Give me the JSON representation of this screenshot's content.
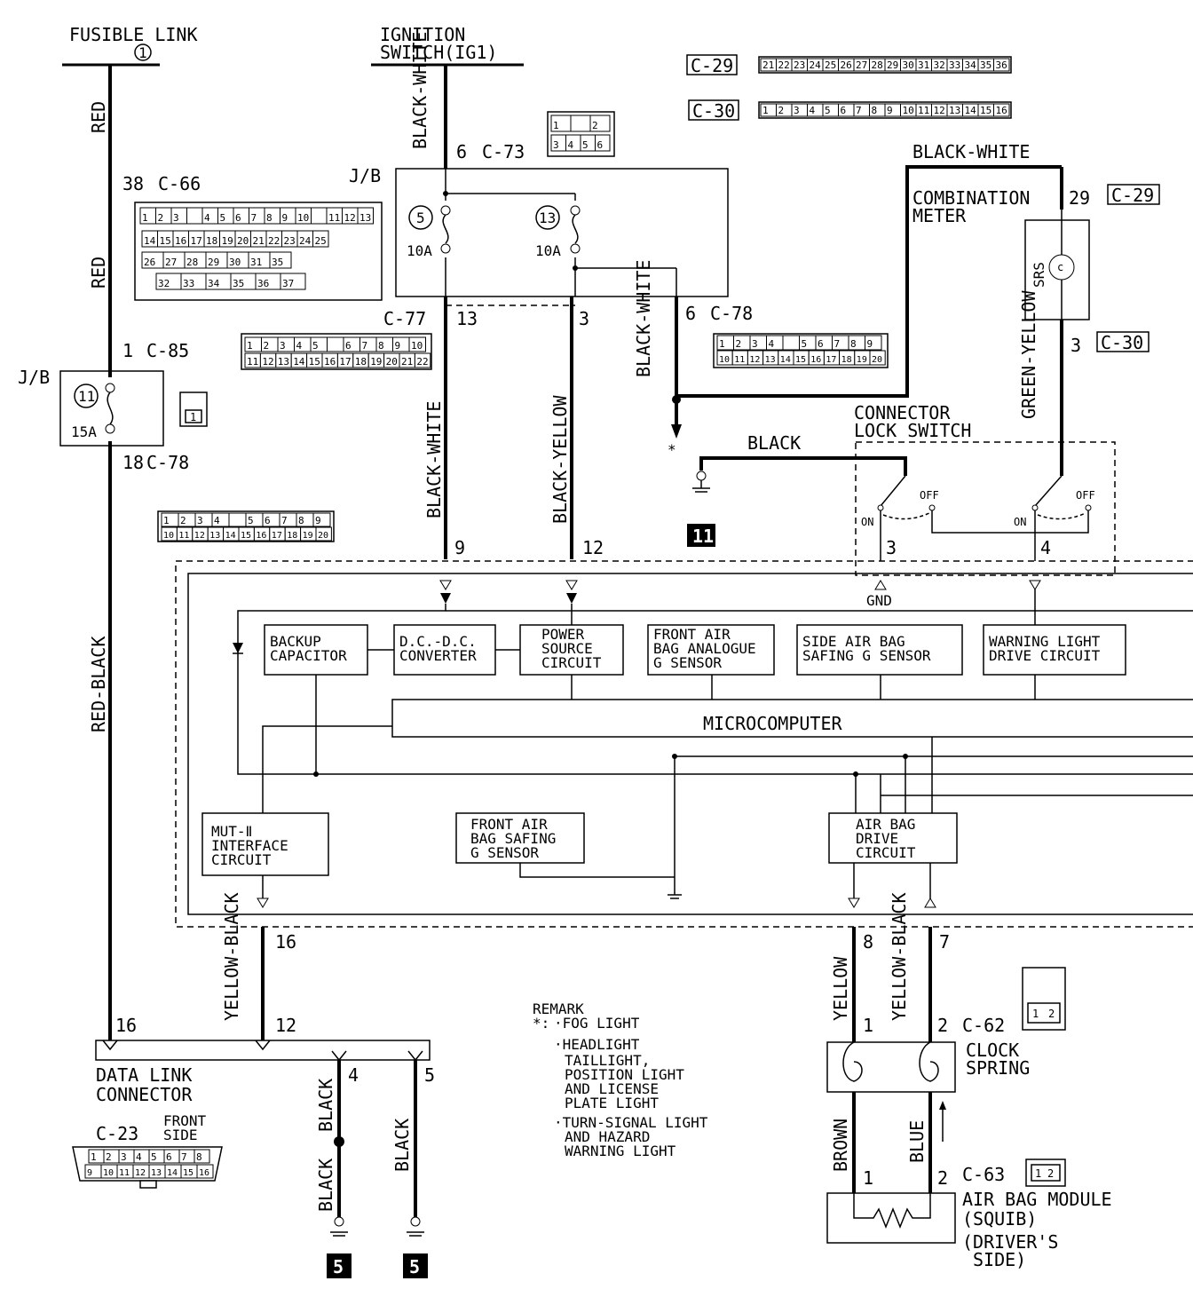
{
  "wires": {
    "red": "RED",
    "red_black": "RED-BLACK",
    "black_white": "BLACK-WHITE",
    "black_yellow": "BLACK-YELLOW",
    "green_yellow": "GREEN-YELLOW",
    "black": "BLACK",
    "yellow_black": "YELLOW-BLACK",
    "yellow": "YELLOW",
    "brown": "BROWN",
    "blue": "BLUE"
  },
  "sources": {
    "fusible_link": "FUSIBLE LINK",
    "fusible_link_num": "1",
    "ignition": "IGNITION",
    "ignition_sub": "SWITCH(IG1)"
  },
  "jb": "J/B",
  "fuses": [
    {
      "num": "5",
      "rating": "10A"
    },
    {
      "num": "13",
      "rating": "10A"
    },
    {
      "num": "11",
      "rating": "15A"
    }
  ],
  "connectors": {
    "c29": "C-29",
    "c30": "C-30",
    "c73": "C-73",
    "c66": "C-66",
    "c85": "C-85",
    "c78": "C-78",
    "c77": "C-77",
    "c62": "C-62",
    "c63": "C-63",
    "c23": "C-23"
  },
  "pins": {
    "p38": "38",
    "p6": "6",
    "p1": "1",
    "p18": "18",
    "p13": "13",
    "p3": "3",
    "p29": "29",
    "p9": "9",
    "p12": "12",
    "p4": "4",
    "p16": "16",
    "p8": "8",
    "p7": "7",
    "p2": "2",
    "p5": "5"
  },
  "components": {
    "combination_meter": [
      "COMBINATION",
      "METER"
    ],
    "srs": "SRS",
    "connector_lock": [
      "CONNECTOR",
      "LOCK SWITCH"
    ],
    "on": "ON",
    "off": "OFF",
    "gnd": "GND",
    "backup_capacitor": [
      "BACKUP",
      "CAPACITOR"
    ],
    "dcdc": [
      "D.C.-D.C.",
      "CONVERTER"
    ],
    "power_source": [
      "POWER",
      "SOURCE",
      "CIRCUIT"
    ],
    "front_analogue": [
      "FRONT AIR",
      "BAG ANALOGUE",
      "G SENSOR"
    ],
    "side_safing": [
      "SIDE AIR BAG",
      "SAFING G SENSOR"
    ],
    "warning_drive": [
      "WARNING LIGHT",
      "DRIVE CIRCUIT"
    ],
    "microcomputer": "MICROCOMPUTER",
    "mut": [
      "MUT-Ⅱ",
      "INTERFACE",
      "CIRCUIT"
    ],
    "front_safing": [
      "FRONT AIR",
      "BAG SAFING",
      "G SENSOR"
    ],
    "airbag_drive": [
      "AIR BAG",
      "DRIVE",
      "CIRCUIT"
    ],
    "data_link": [
      "DATA LINK",
      "CONNECTOR"
    ],
    "front_side": [
      "FRONT",
      "SIDE"
    ],
    "clock_spring": [
      "CLOCK",
      "SPRING"
    ],
    "airbag_module": [
      "AIR BAG MODULE",
      "(SQUIB)",
      "(DRIVER'S",
      "SIDE)"
    ]
  },
  "grounds": {
    "g11": "11",
    "g5a": "5",
    "g5b": "5"
  },
  "remark": {
    "title": "REMARK",
    "star": "*:",
    "lines": [
      "·FOG LIGHT",
      "·HEADLIGHT",
      "TAILLIGHT,",
      "POSITION LIGHT",
      "AND LICENSE",
      "PLATE LIGHT",
      "·TURN-SIGNAL LIGHT",
      "AND HAZARD",
      "WARNING LIGHT"
    ]
  },
  "blocks": {
    "c29": [
      "21",
      "22",
      "23",
      "24",
      "25",
      "26",
      "27",
      "28",
      "29",
      "30",
      "31",
      "32",
      "33",
      "34",
      "35",
      "36"
    ],
    "c30": [
      "1",
      "2",
      "3",
      "4",
      "5",
      "6",
      "7",
      "8",
      "9",
      "10",
      "11",
      "12",
      "13",
      "14",
      "15",
      "16"
    ],
    "c73_top": [
      "1",
      "",
      "2"
    ],
    "c73_bot": [
      "3",
      "4",
      "5",
      "6"
    ],
    "c66_r1": [
      "1",
      "2",
      "3",
      "",
      "4",
      "5",
      "6",
      "7",
      "8",
      "9",
      "10",
      "",
      "11",
      "12",
      "13"
    ],
    "c66_r2": [
      "14",
      "15",
      "16",
      "17",
      "18",
      "19",
      "20",
      "21",
      "22",
      "23",
      "24",
      "25"
    ],
    "c66_r3": [
      "26",
      "27",
      "28",
      "29",
      "30",
      "31",
      "35"
    ],
    "c66_r4": [
      "32",
      "33",
      "34",
      "35",
      "36",
      "37"
    ],
    "c77_r1": [
      "1",
      "2",
      "3",
      "4",
      "5",
      "",
      "6",
      "7",
      "8",
      "9",
      "10"
    ],
    "c77_r2": [
      "11",
      "12",
      "13",
      "14",
      "15",
      "16",
      "17",
      "18",
      "19",
      "20",
      "21",
      "22"
    ],
    "c78_r1": [
      "1",
      "2",
      "3",
      "4",
      "",
      "5",
      "6",
      "7",
      "8",
      "9"
    ],
    "c78_r2": [
      "10",
      "11",
      "12",
      "13",
      "14",
      "15",
      "16",
      "17",
      "18",
      "19",
      "20"
    ],
    "c85": [
      "1"
    ],
    "c62": [
      "1",
      "2"
    ],
    "c63": [
      "1",
      "2"
    ],
    "c23_r1": [
      "1",
      "2",
      "3",
      "4",
      "5",
      "6",
      "7",
      "8"
    ],
    "c23_r2": [
      "9",
      "10",
      "11",
      "12",
      "13",
      "14",
      "15",
      "16"
    ]
  }
}
